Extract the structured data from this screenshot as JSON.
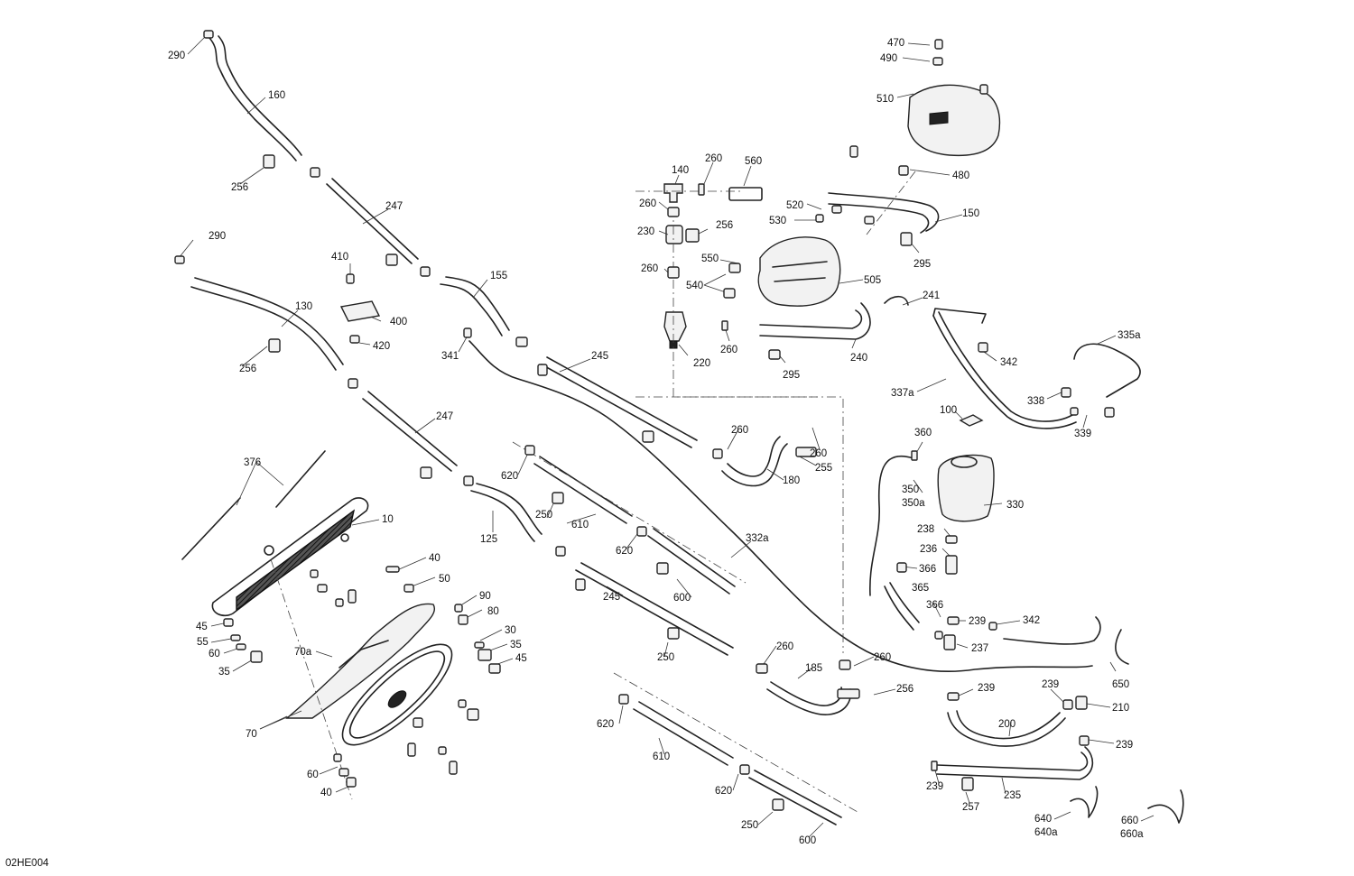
{
  "diagram_code": "02HE004",
  "labels": [
    {
      "id": "l290a",
      "text": "290"
    },
    {
      "id": "l160",
      "text": "160"
    },
    {
      "id": "l256a",
      "text": "256"
    },
    {
      "id": "l247a",
      "text": "247"
    },
    {
      "id": "l290b",
      "text": "290"
    },
    {
      "id": "l410",
      "text": "410"
    },
    {
      "id": "l400",
      "text": "400"
    },
    {
      "id": "l420",
      "text": "420"
    },
    {
      "id": "l130",
      "text": "130"
    },
    {
      "id": "l256b",
      "text": "256"
    },
    {
      "id": "l155",
      "text": "155"
    },
    {
      "id": "l341",
      "text": "341"
    },
    {
      "id": "l245a",
      "text": "245"
    },
    {
      "id": "l247b",
      "text": "247"
    },
    {
      "id": "l376",
      "text": "376"
    },
    {
      "id": "l10",
      "text": "10"
    },
    {
      "id": "l620a",
      "text": "620"
    },
    {
      "id": "l250a",
      "text": "250"
    },
    {
      "id": "l610a",
      "text": "610"
    },
    {
      "id": "l125",
      "text": "125"
    },
    {
      "id": "l620b",
      "text": "620"
    },
    {
      "id": "l332a",
      "text": "332a"
    },
    {
      "id": "l600a",
      "text": "600"
    },
    {
      "id": "l40a",
      "text": "40"
    },
    {
      "id": "l50",
      "text": "50"
    },
    {
      "id": "l90",
      "text": "90"
    },
    {
      "id": "l80",
      "text": "80"
    },
    {
      "id": "l30",
      "text": "30"
    },
    {
      "id": "l35a",
      "text": "35"
    },
    {
      "id": "l45a",
      "text": "45"
    },
    {
      "id": "l45b",
      "text": "45"
    },
    {
      "id": "l55",
      "text": "55"
    },
    {
      "id": "l60a",
      "text": "60"
    },
    {
      "id": "l35b",
      "text": "35"
    },
    {
      "id": "l70a",
      "text": "70a"
    },
    {
      "id": "l70",
      "text": "70"
    },
    {
      "id": "l60b",
      "text": "60"
    },
    {
      "id": "l40b",
      "text": "40"
    },
    {
      "id": "l245b",
      "text": "245"
    },
    {
      "id": "l250b",
      "text": "250"
    },
    {
      "id": "l620c",
      "text": "620"
    },
    {
      "id": "l610b",
      "text": "610"
    },
    {
      "id": "l620d",
      "text": "620"
    },
    {
      "id": "l250c",
      "text": "250"
    },
    {
      "id": "l600b",
      "text": "600"
    },
    {
      "id": "l260a",
      "text": "260"
    },
    {
      "id": "l185",
      "text": "185"
    },
    {
      "id": "l260b",
      "text": "260"
    },
    {
      "id": "l256c",
      "text": "256"
    },
    {
      "id": "l260c",
      "text": "260"
    },
    {
      "id": "l260d",
      "text": "260"
    },
    {
      "id": "l255",
      "text": "255"
    },
    {
      "id": "l180",
      "text": "180"
    },
    {
      "id": "l470",
      "text": "470"
    },
    {
      "id": "l490",
      "text": "490"
    },
    {
      "id": "l510",
      "text": "510"
    },
    {
      "id": "l480",
      "text": "480"
    },
    {
      "id": "l140",
      "text": "140"
    },
    {
      "id": "l260e",
      "text": "260"
    },
    {
      "id": "l560",
      "text": "560"
    },
    {
      "id": "l260f",
      "text": "260"
    },
    {
      "id": "l230",
      "text": "230"
    },
    {
      "id": "l256d",
      "text": "256"
    },
    {
      "id": "l520",
      "text": "520"
    },
    {
      "id": "l530",
      "text": "530"
    },
    {
      "id": "l150",
      "text": "150"
    },
    {
      "id": "l295a",
      "text": "295"
    },
    {
      "id": "l260g",
      "text": "260"
    },
    {
      "id": "l550",
      "text": "550"
    },
    {
      "id": "l540",
      "text": "540"
    },
    {
      "id": "l505",
      "text": "505"
    },
    {
      "id": "l241",
      "text": "241"
    },
    {
      "id": "l220",
      "text": "220"
    },
    {
      "id": "l260h",
      "text": "260"
    },
    {
      "id": "l295b",
      "text": "295"
    },
    {
      "id": "l240",
      "text": "240"
    },
    {
      "id": "l342a",
      "text": "342"
    },
    {
      "id": "l335a",
      "text": "335a"
    },
    {
      "id": "l337a",
      "text": "337a"
    },
    {
      "id": "l338",
      "text": "338"
    },
    {
      "id": "l339",
      "text": "339"
    },
    {
      "id": "l100",
      "text": "100"
    },
    {
      "id": "l360",
      "text": "360"
    },
    {
      "id": "l350",
      "text": "350"
    },
    {
      "id": "l350a",
      "text": "350a"
    },
    {
      "id": "l330",
      "text": "330"
    },
    {
      "id": "l238",
      "text": "238"
    },
    {
      "id": "l236",
      "text": "236"
    },
    {
      "id": "l366a",
      "text": "366"
    },
    {
      "id": "l365",
      "text": "365"
    },
    {
      "id": "l366b",
      "text": "366"
    },
    {
      "id": "l239a",
      "text": "239"
    },
    {
      "id": "l342b",
      "text": "342"
    },
    {
      "id": "l237",
      "text": "237"
    },
    {
      "id": "l650",
      "text": "650"
    },
    {
      "id": "l239b",
      "text": "239"
    },
    {
      "id": "l239c",
      "text": "239"
    },
    {
      "id": "l210",
      "text": "210"
    },
    {
      "id": "l200",
      "text": "200"
    },
    {
      "id": "l239d",
      "text": "239"
    },
    {
      "id": "l239e",
      "text": "239"
    },
    {
      "id": "l235",
      "text": "235"
    },
    {
      "id": "l257",
      "text": "257"
    },
    {
      "id": "l640",
      "text": "640"
    },
    {
      "id": "l640a",
      "text": "640a"
    },
    {
      "id": "l660",
      "text": "660"
    },
    {
      "id": "l660a",
      "text": "660a"
    }
  ]
}
